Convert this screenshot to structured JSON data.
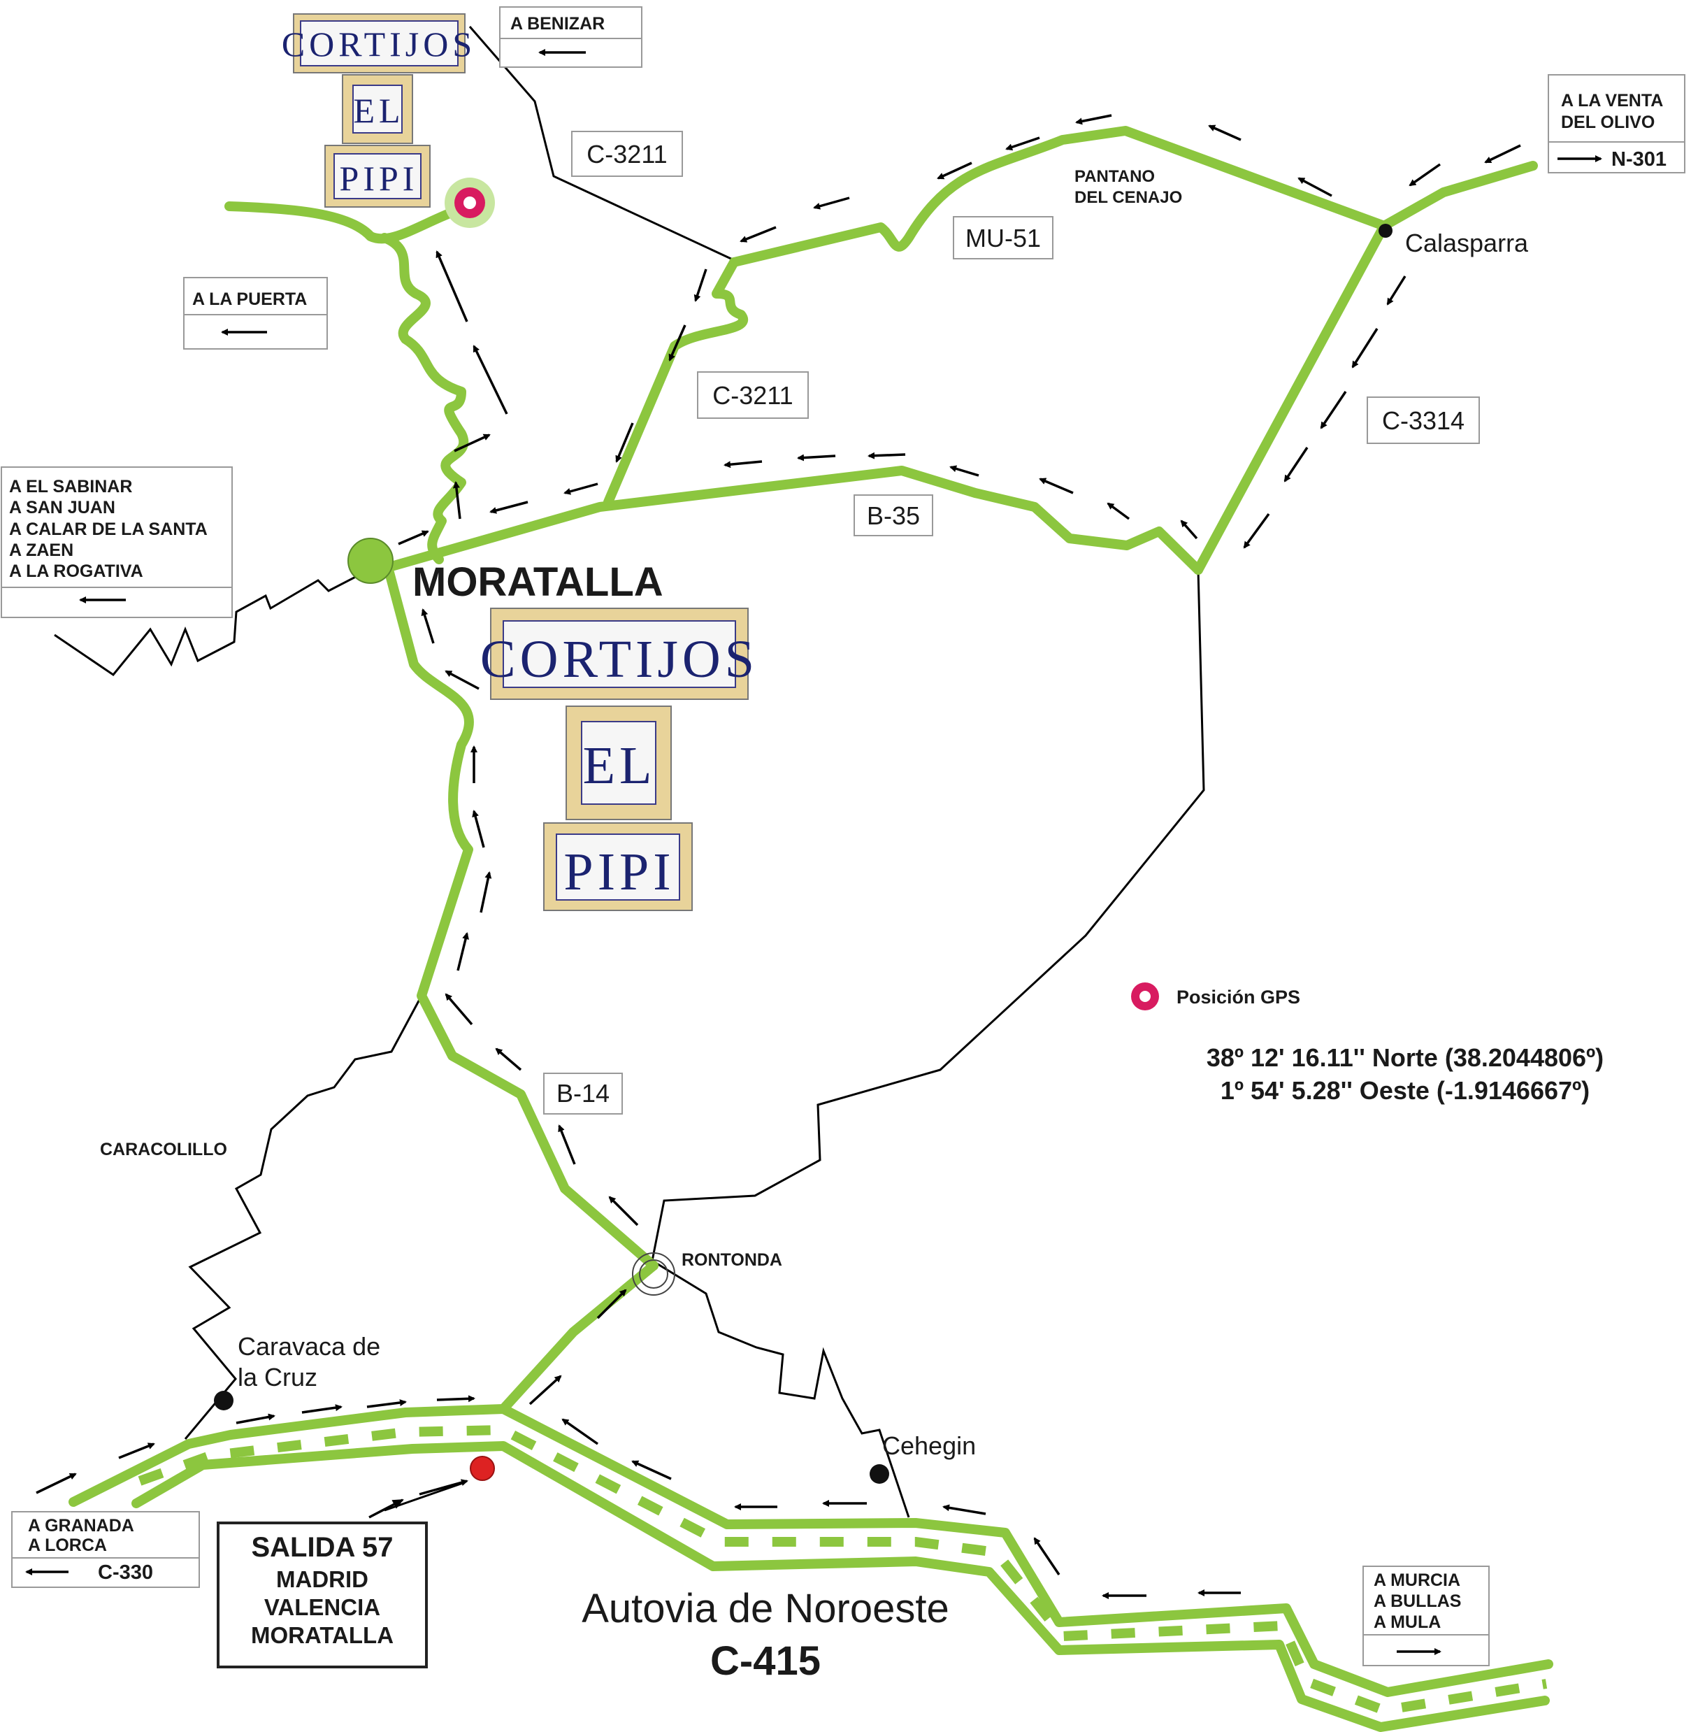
{
  "title": "MORATALLA",
  "brand": {
    "line1": "CORTIJOS",
    "line2": "EL",
    "line3": "PIPI"
  },
  "roads": {
    "c3211_top": "C-3211",
    "c3211_mid": "C-3211",
    "mu51": "MU-51",
    "c3314": "C-3314",
    "b35": "B-35",
    "b14": "B-14"
  },
  "places": {
    "calasparra": "Calasparra",
    "pantano_line1": "PANTANO",
    "pantano_line2": "DEL CENAJO",
    "caracolillo": "CARACOLILLO",
    "rontonda": "RONTONDA",
    "caravaca_line1": "Caravaca de",
    "caravaca_line2": "la Cruz",
    "cehegin": "Cehegin"
  },
  "signs": {
    "benizar": "A BENIZAR",
    "la_puerta": "A LA PUERTA",
    "venta_line1": "A LA VENTA",
    "venta_line2": "DEL OLIVO",
    "n301": "N-301",
    "west_dest": [
      "A EL SABINAR",
      "A SAN JUAN",
      "A CALAR DE LA SANTA",
      "A ZAEN",
      "A LA ROGATIVA"
    ],
    "granada_line1": "A GRANADA",
    "granada_line2": "A LORCA",
    "c330": "C-330",
    "murcia": [
      "A MURCIA",
      "A BULLAS",
      "A MULA"
    ]
  },
  "exit": {
    "title": "SALIDA 57",
    "lines": [
      "MADRID",
      "VALENCIA",
      "MORATALLA"
    ]
  },
  "highway": {
    "name": "Autovia de Noroeste",
    "code": "C-415"
  },
  "gps": {
    "label": "Posición GPS",
    "lat": "38º 12' 16.11'' Norte (38.2044806º)",
    "lon": "1º 54' 5.28'' Oeste (-1.9146667º)"
  },
  "colors": {
    "road": "#8cc63f",
    "gps_marker": "#d81b60",
    "exit_marker": "#dd2222",
    "tile_text": "#1b2370"
  }
}
